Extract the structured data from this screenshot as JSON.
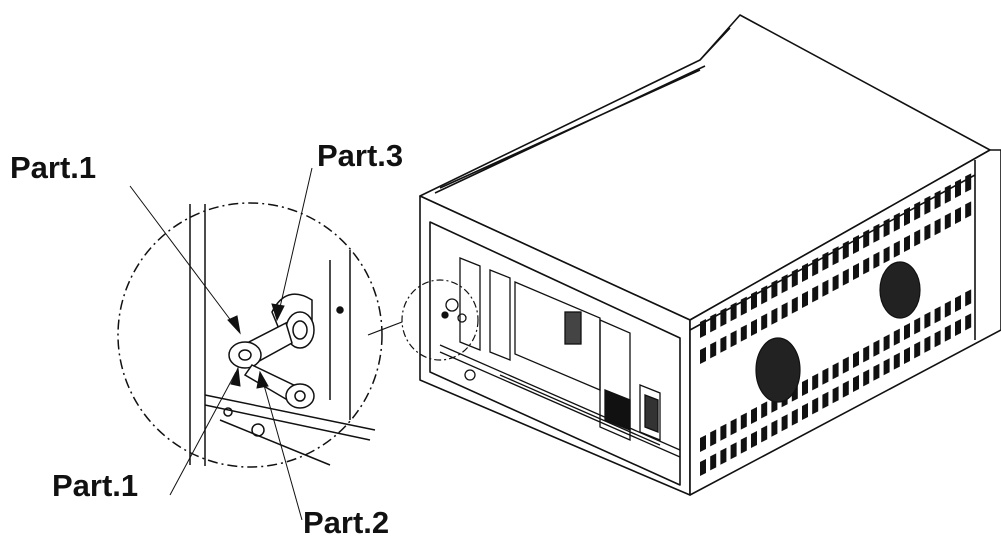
{
  "labels": {
    "part1_top": "Part.1",
    "part3": "Part.3",
    "part1_bottom": "Part.1",
    "part2": "Part.2"
  },
  "colors": {
    "line": "#111111",
    "background": "#ffffff",
    "vent": "#111111"
  }
}
